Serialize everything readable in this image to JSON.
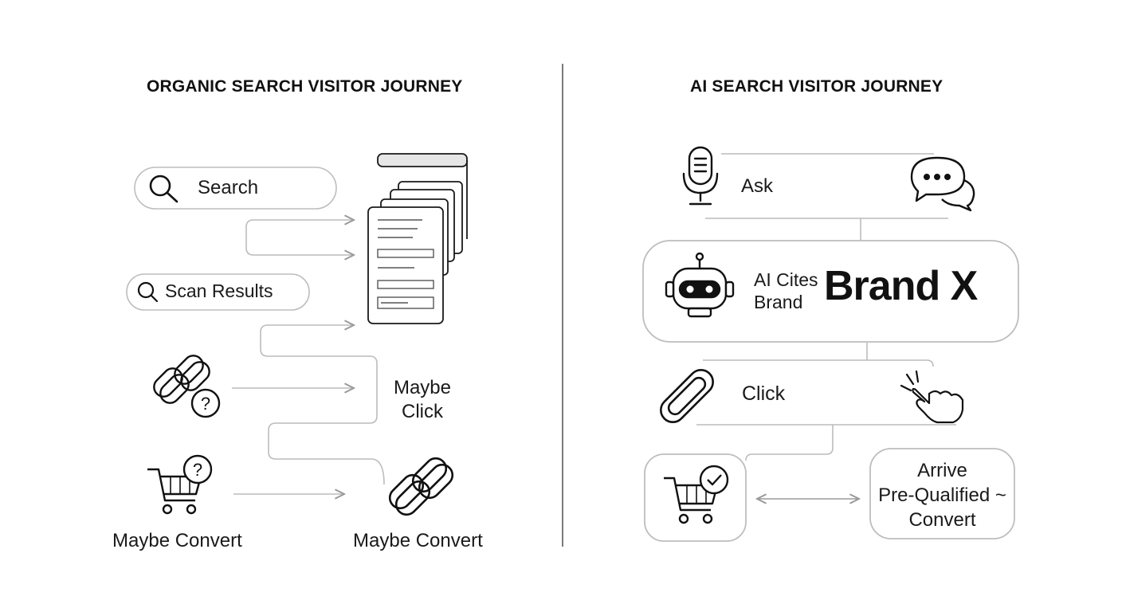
{
  "left": {
    "title": "ORGANIC SEARCH VISITOR JOURNEY",
    "steps": {
      "search": "Search",
      "scan": "Scan Results",
      "maybe_click_1": "Maybe",
      "maybe_click_2": "Click",
      "maybe_convert_left": "Maybe Convert",
      "maybe_convert_right": "Maybe Convert"
    }
  },
  "right": {
    "title": "AI SEARCH VISITOR JOURNEY",
    "steps": {
      "ask": "Ask",
      "ai_cites_1": "AI Cites",
      "ai_cites_2": "Brand",
      "brand": "Brand X",
      "click": "Click",
      "arrive_1": "Arrive",
      "arrive_2": "Pre-Qualified ~",
      "arrive_3": "Convert"
    }
  },
  "colors": {
    "ink": "#111111",
    "connector": "#b5b5b5",
    "box_border": "#c4c4c4"
  },
  "icons": [
    "magnifier-icon",
    "documents-stack-icon",
    "chain-link-question-icon",
    "cart-question-icon",
    "chain-link-icon",
    "microphone-icon",
    "chat-bubbles-icon",
    "robot-icon",
    "paperclip-icon",
    "pointing-hand-icon",
    "cart-check-icon",
    "double-arrow-icon"
  ]
}
